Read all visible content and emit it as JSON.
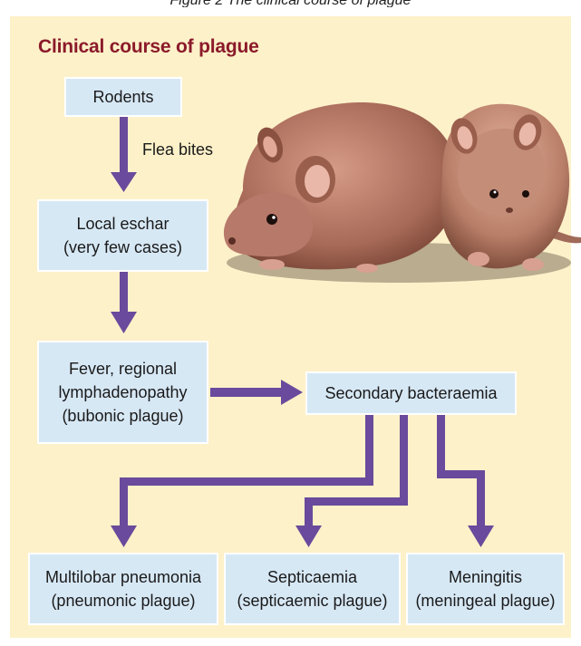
{
  "caption_fragment": "Figure 2 The clinical course of plague",
  "title": "Clinical course of plague",
  "nodes": {
    "rodents": "Rodents",
    "local_eschar": "Local eschar\n(very few cases)",
    "fever": "Fever, regional\nlymphadenopathy\n(bubonic plague)",
    "secondary": "Secondary bacteraemia",
    "pneumonia": "Multilobar pneumonia\n(pneumonic plague)",
    "septicaemia": "Septicaemia\n(septicaemic plague)",
    "meningitis": "Meningitis\n(meningeal plague)"
  },
  "edge_labels": {
    "flea_bites": "Flea bites"
  },
  "colors": {
    "background": "#fdf1c9",
    "box_fill": "#d7e8f5",
    "arrow": "#6a4a9c",
    "title": "#8b1a2a",
    "rodent": "#b87a6a"
  }
}
